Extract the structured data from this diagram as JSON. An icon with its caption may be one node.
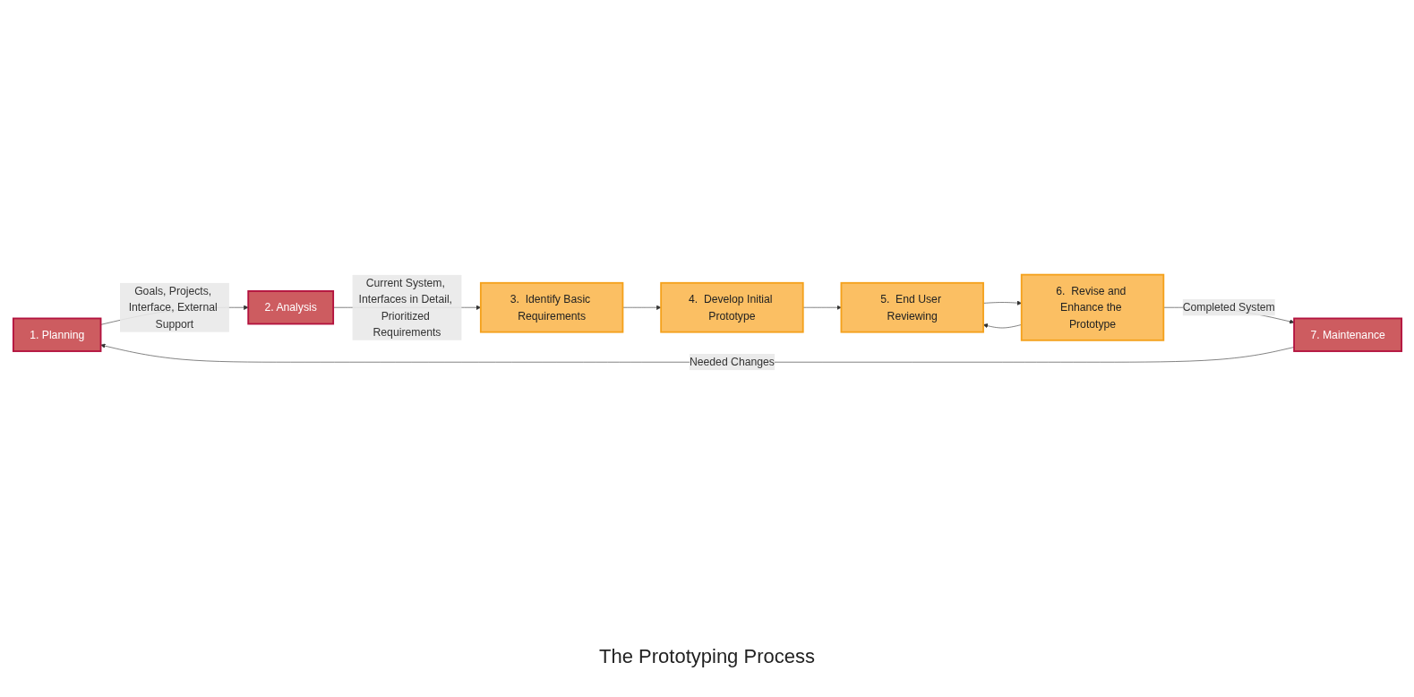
{
  "diagram": {
    "nodes": [
      {
        "text": [
          "1.  Planning"
        ]
      },
      {
        "text": [
          "2.  Analysis"
        ]
      },
      {
        "text": [
          "3.  Identify Basic Requirements"
        ]
      },
      {
        "text": [
          "4.  Develop Initial Prototype"
        ]
      },
      {
        "text": [
          "5.  End User Reviewing"
        ]
      },
      {
        "text": [
          "6.  Revise and Enhance the Prototype"
        ]
      },
      {
        "text": [
          "7.  Maintenance"
        ]
      }
    ],
    "edges": [
      {
        "from": 6,
        "to": 0,
        "arrow": "to",
        "label": "Needed Changes"
      },
      {
        "from": 0,
        "to": 1,
        "arrow": "to",
        "label": "Goals, Projects, Interface, External Support"
      },
      {
        "from": 1,
        "to": 2,
        "arrow": "to",
        "label": "Current System, Interfaces in Detail, Prioritized Requirements"
      },
      {
        "from": 2,
        "to": 3,
        "arrow": "to"
      },
      {
        "from": 3,
        "to": 4,
        "arrow": "to"
      },
      {
        "from": 4,
        "to": 5,
        "arrow": "to"
      },
      {
        "from": 5,
        "to": 4,
        "arrow": "to"
      },
      {
        "from": 5,
        "to": 6,
        "arrow": "to",
        "label": "Completed System"
      }
    ],
    "labels": [
      "The Prototyping Process"
    ]
  }
}
